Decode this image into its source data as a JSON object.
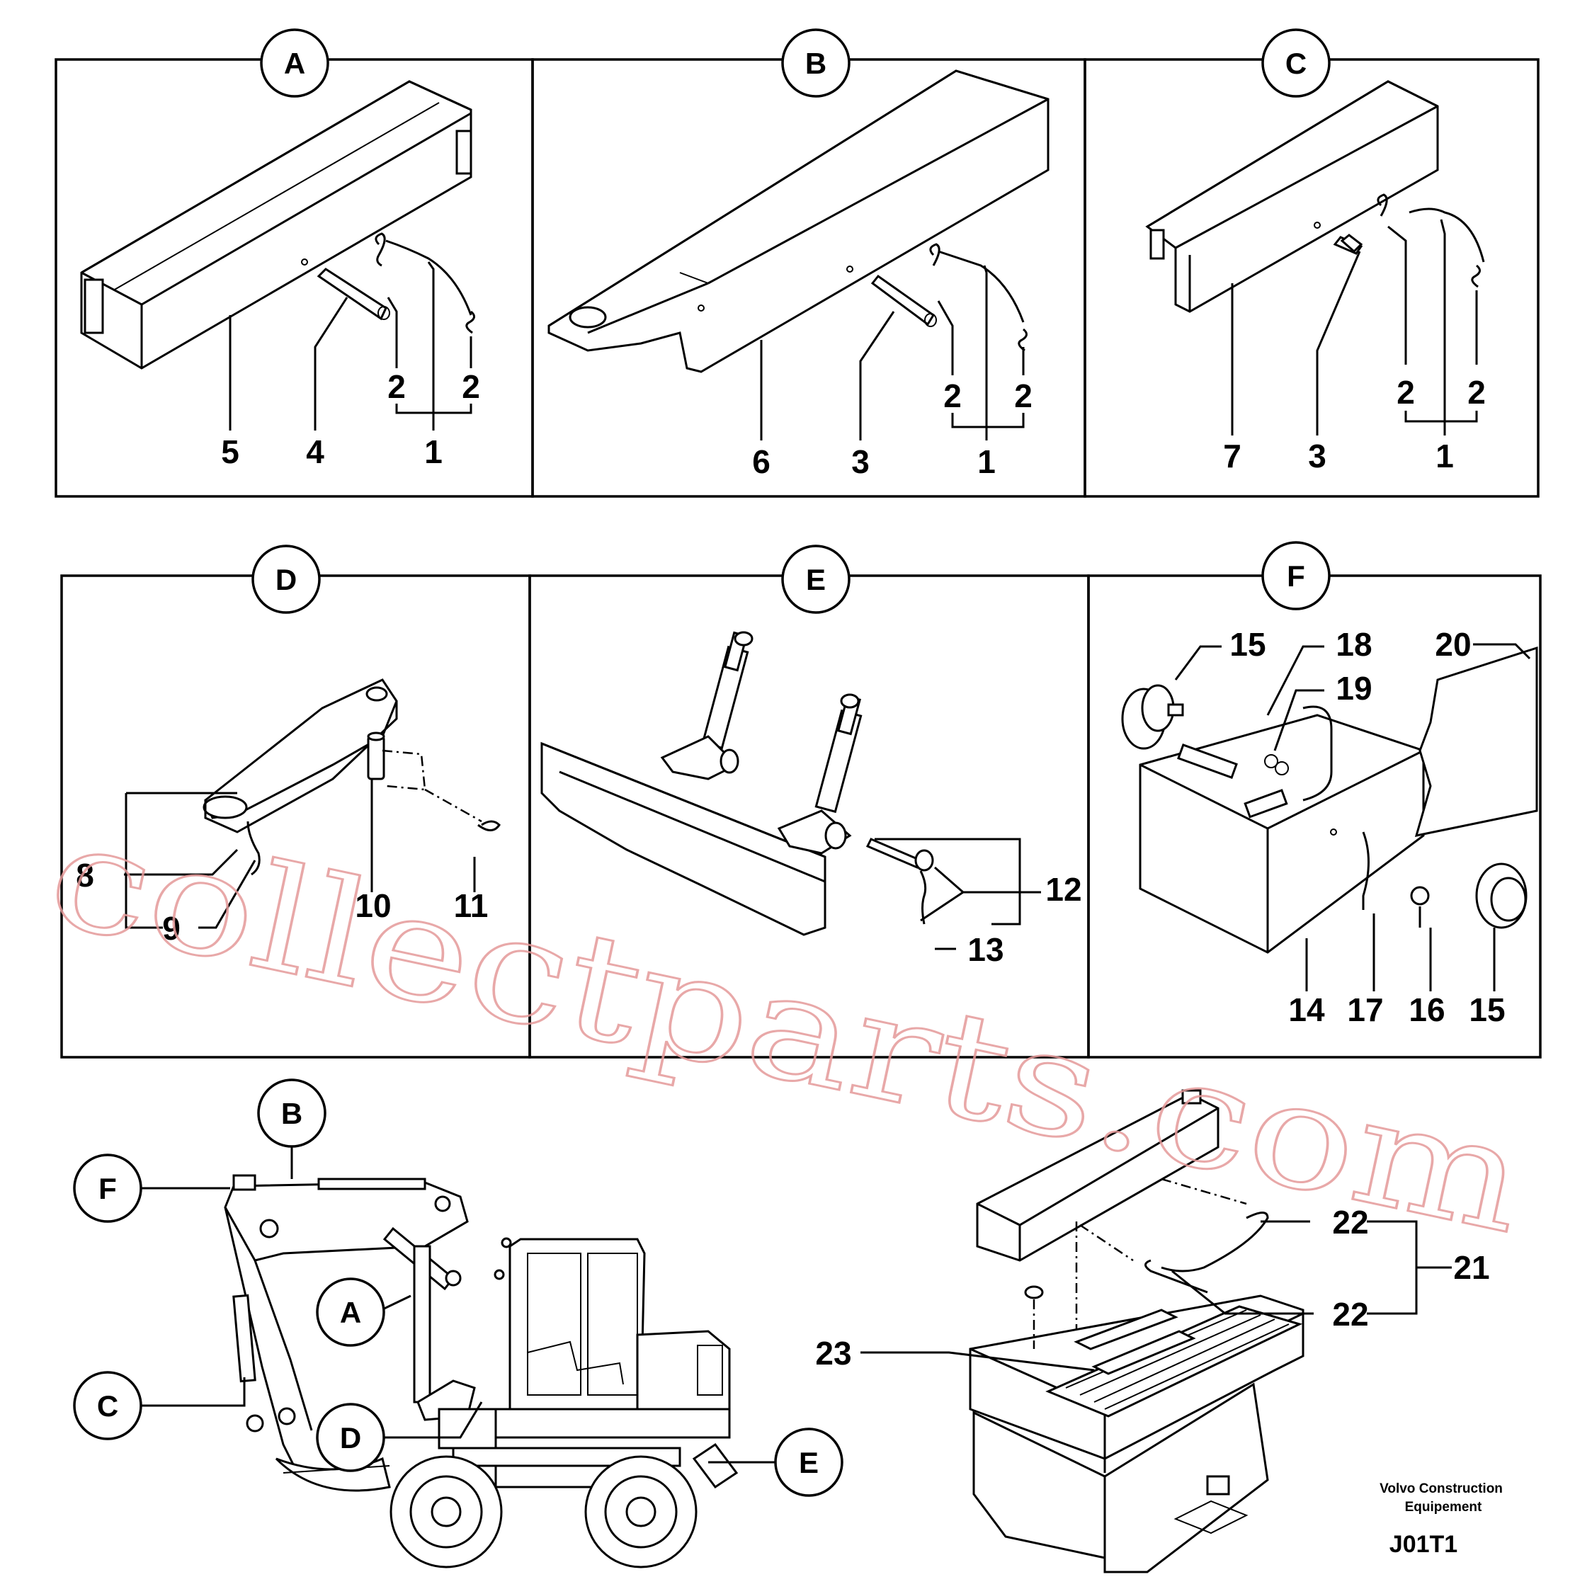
{
  "panels": [
    {
      "letter": "A",
      "callouts": [
        "5",
        "4",
        "1",
        "2",
        "2"
      ]
    },
    {
      "letter": "B",
      "callouts": [
        "6",
        "3",
        "1",
        "2",
        "2"
      ]
    },
    {
      "letter": "C",
      "callouts": [
        "7",
        "3",
        "1",
        "2",
        "2"
      ]
    },
    {
      "letter": "D",
      "callouts": [
        "8",
        "9",
        "10",
        "11"
      ]
    },
    {
      "letter": "E",
      "callouts": [
        "12",
        "13"
      ]
    },
    {
      "letter": "F",
      "callouts": [
        "15",
        "18",
        "19",
        "20",
        "14",
        "17",
        "16",
        "15"
      ]
    }
  ],
  "overview": {
    "callouts": [
      "B",
      "F",
      "A",
      "C",
      "D",
      "E"
    ]
  },
  "counterweight": {
    "callouts": [
      "22",
      "21",
      "22",
      "23"
    ]
  },
  "credit": {
    "line1": "Volvo Construction",
    "line2": "Equipement"
  },
  "figure_code": "J01T1",
  "watermark": "collectparts.com"
}
